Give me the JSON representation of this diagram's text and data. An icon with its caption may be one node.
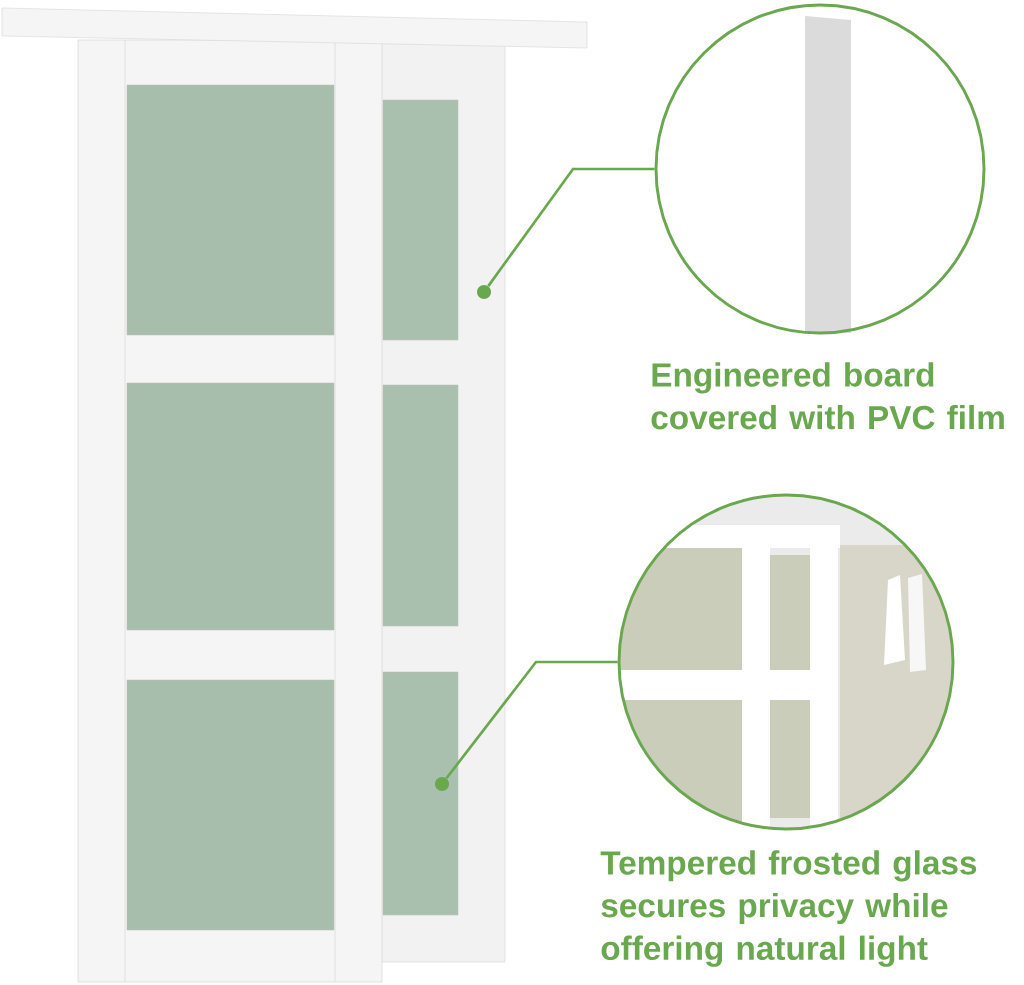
{
  "diagram": {
    "nodes": [
      {
        "text": [
          "Engineered board covered with PVC film"
        ]
      },
      {
        "text": [],
        "shape": "circle"
      },
      {
        "text": [
          "Tempered frosted glass secures privacy while offering natural light"
        ]
      },
      {
        "text": [],
        "shape": "circle"
      }
    ],
    "edges": [
      {
        "from": 1,
        "to": 0,
        "arrow": "none"
      },
      {
        "from": 3,
        "to": 2,
        "arrow": "none"
      }
    ]
  }
}
